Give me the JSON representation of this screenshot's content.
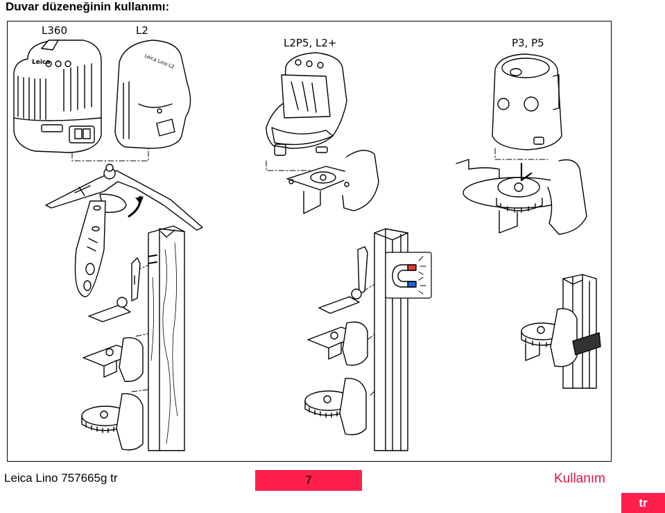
{
  "header": {
    "title": "Duvar düzeneğinin kullanımı:"
  },
  "figure": {
    "models": [
      {
        "label": "L360"
      },
      {
        "label": "L2"
      },
      {
        "label": "L2P5, L2+"
      },
      {
        "label": "P3, P5"
      }
    ],
    "device_print": "Leica Lino L2",
    "magnet_icon": "magnet-icon"
  },
  "footer": {
    "doc_ref": "Leica Lino 757665g tr",
    "page_number": "7",
    "section": "Kullanım",
    "language_tab": "tr"
  },
  "colors": {
    "accent": "#ff1f4d",
    "section_text": "#e01343"
  }
}
